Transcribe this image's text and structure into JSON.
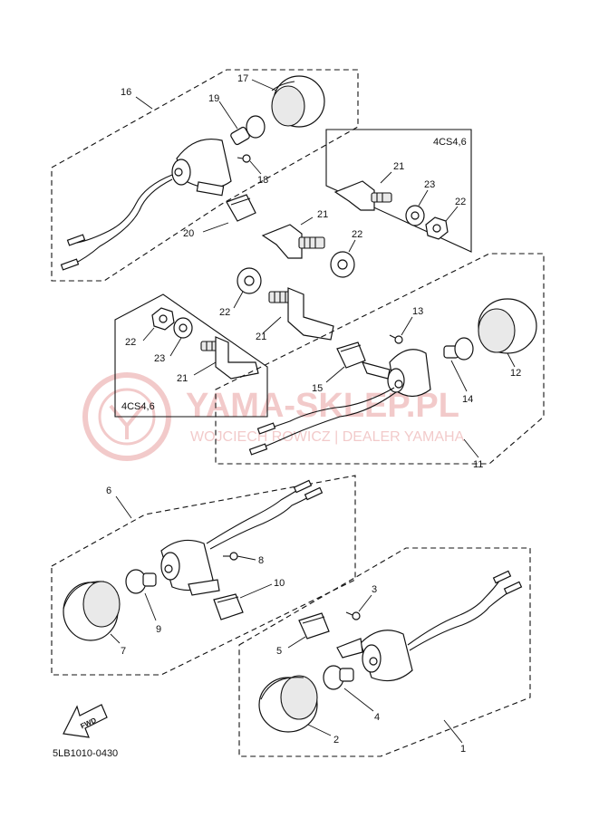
{
  "document_code": "5LB1010-0430",
  "fwd_label": "FWD",
  "watermark": {
    "main": "YAMA-SKLEP.PL",
    "sub": "WOJCIECH ROWICZ | DEALER YAMAHA",
    "color": "#e8a0a0"
  },
  "variant_labels": {
    "upper": "4CS4,6",
    "lower": "4CS4,6"
  },
  "part_numbers": {
    "p1": "1",
    "p2": "2",
    "p3": "3",
    "p4": "4",
    "p5": "5",
    "p6": "6",
    "p7": "7",
    "p8": "8",
    "p9": "9",
    "p10": "10",
    "p11": "11",
    "p12": "12",
    "p13": "13",
    "p14": "14",
    "p15": "15",
    "p16": "16",
    "p17": "17",
    "p18": "18",
    "p19": "19",
    "p20": "20",
    "p21a": "21",
    "p21b": "21",
    "p21c": "21",
    "p21d": "21",
    "p22a": "22",
    "p22b": "22",
    "p22c": "22",
    "p22d": "22",
    "p23a": "23",
    "p23b": "23"
  }
}
